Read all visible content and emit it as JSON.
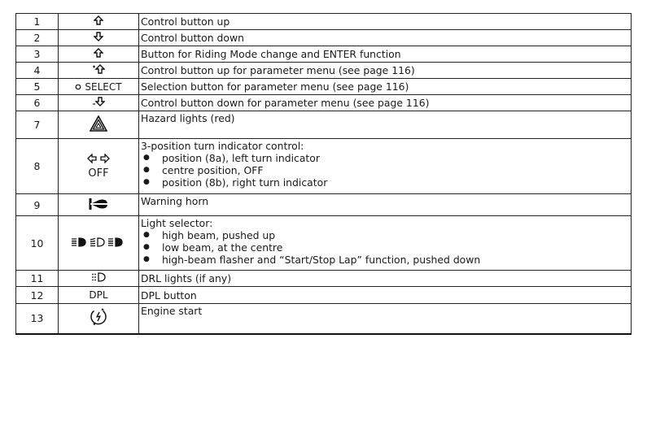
{
  "rows": [
    {
      "num": "1",
      "symbol_icon": "arrow-up-icon",
      "desc": "Control button up"
    },
    {
      "num": "2",
      "symbol_icon": "arrow-down-icon",
      "desc": "Control button down"
    },
    {
      "num": "3",
      "symbol_icon": "arrow-up-icon",
      "desc": "Button for Riding Mode change and ENTER function"
    },
    {
      "num": "4",
      "symbol_icon": "param-up-icon",
      "desc": "Control button up for parameter menu (see page 116)"
    },
    {
      "num": "5",
      "symbol_text": "SELECT",
      "symbol_icon": "circle-icon",
      "desc": "Selection button for parameter menu (see page 116)"
    },
    {
      "num": "6",
      "symbol_icon": "param-down-icon",
      "desc": "Control button down for parameter menu (see page 116)"
    },
    {
      "num": "7",
      "symbol_icon": "hazard-triangle-icon",
      "desc": "Hazard lights (red)"
    },
    {
      "num": "8",
      "symbol_icon": "turn-indicator-arrows-icon",
      "symbol_text": "OFF",
      "desc": "3-position turn indicator control:",
      "bullets": [
        "position (8a), left turn indicator",
        "centre position, OFF",
        "position (8b), right turn indicator"
      ]
    },
    {
      "num": "9",
      "symbol_icon": "horn-icon",
      "desc": "Warning horn"
    },
    {
      "num": "10",
      "symbol_icon": "beam-selector-icon",
      "desc": "Light selector:",
      "bullets": [
        "high beam, pushed up",
        "low beam, at the centre",
        "high-beam flasher and “Start/Stop Lap” function, pushed down"
      ]
    },
    {
      "num": "11",
      "symbol_icon": "drl-icon",
      "desc": "DRL lights (if any)"
    },
    {
      "num": "12",
      "symbol_text": "DPL",
      "desc": "DPL button"
    },
    {
      "num": "13",
      "symbol_icon": "engine-start-icon",
      "desc": "Engine start"
    }
  ]
}
